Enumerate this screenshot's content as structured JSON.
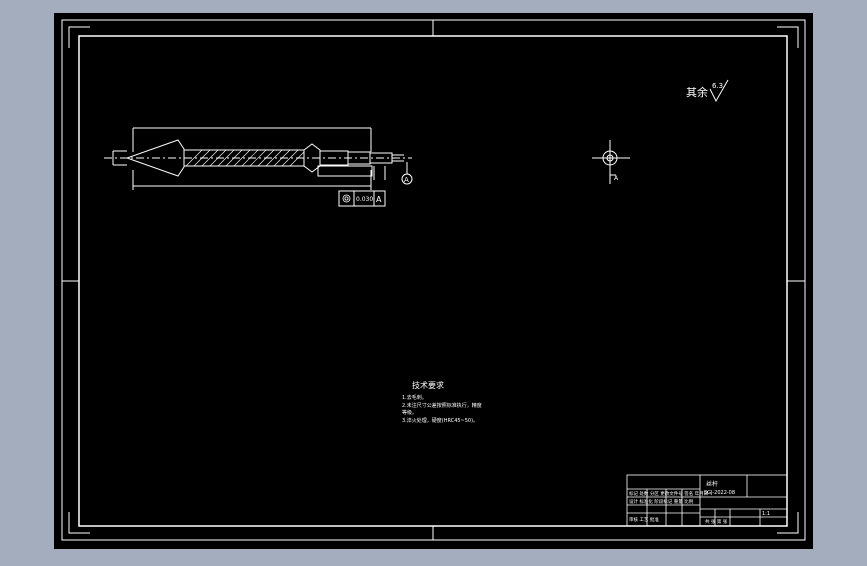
{
  "drawing": {
    "roughness_note": "其余",
    "roughness_value": "6.3",
    "tolerance_value": "0.030",
    "datum_letter": "A",
    "datum_label": "A",
    "section_label": "A",
    "tech_title": "技术要求",
    "tech_lines": [
      "1.去毛刺。",
      "2.未注尺寸公差按照标准执行，精度",
      "   等级。",
      "3.淬火处理，硬度(HRC45~50)。"
    ]
  },
  "title_block": {
    "part_name": "丝杆",
    "drawing_no": "SGJ-2022-08",
    "row1": "标记 处数 分区 更改文件号 签名 年月日",
    "row2": "设计 标准化 阶段标记 重量 比例",
    "row3": "审核 工艺 批准",
    "scale": "1:1",
    "sheet": "共 张 第 张"
  },
  "colors": {
    "background": "#a3adbd",
    "canvas": "#000000",
    "lines": "#ffffff"
  }
}
